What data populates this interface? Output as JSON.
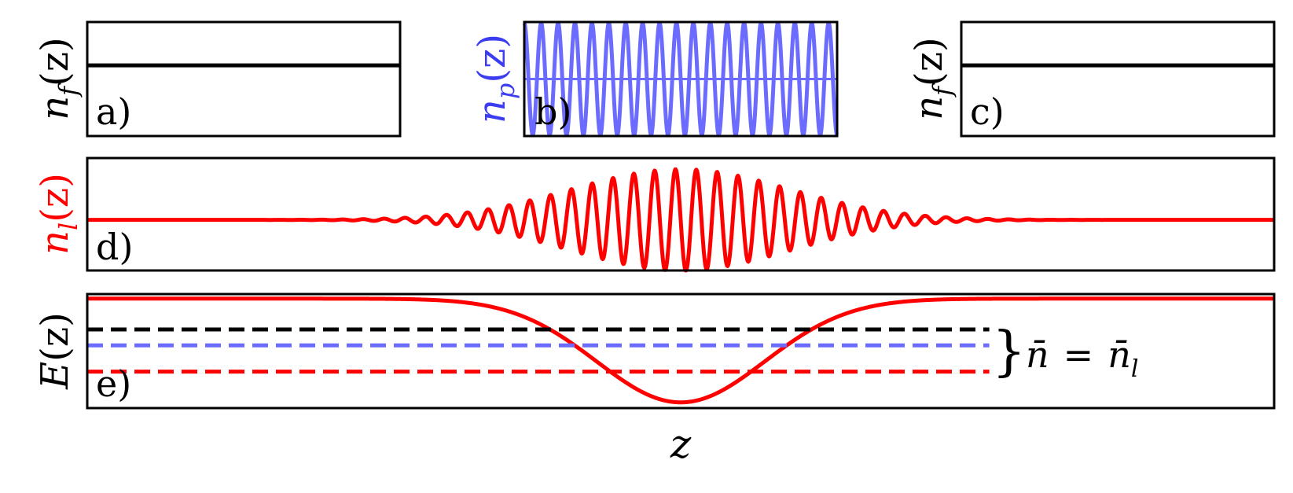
{
  "colors": {
    "black": "#000000",
    "blue": "#6b6bff",
    "red": "#ff0000"
  },
  "chart_data": [
    {
      "id": "a",
      "type": "line",
      "panel_label": "a)",
      "ylabel": {
        "base": "n",
        "sub": "f",
        "arg": "(z)",
        "color": "#000000"
      },
      "series": [
        {
          "kind": "constant",
          "y": 0.62,
          "color": "#000000"
        }
      ],
      "ylim": [
        0,
        1
      ]
    },
    {
      "id": "b",
      "type": "line",
      "panel_label": "b)",
      "ylabel": {
        "base": "n",
        "sub": "p",
        "arg": "(z)",
        "color": "#3c3cf0"
      },
      "series": [
        {
          "kind": "periodic",
          "mean": 0.5,
          "amplitude": 0.49,
          "cycles": 18.5,
          "color": "#6b6bff"
        },
        {
          "kind": "constant",
          "y": 0.5,
          "color": "#6b6bff"
        }
      ],
      "ylim": [
        0,
        1
      ]
    },
    {
      "id": "c",
      "type": "line",
      "panel_label": "c)",
      "ylabel": {
        "base": "n",
        "sub": "f",
        "arg": "(z)",
        "color": "#000000"
      },
      "series": [
        {
          "kind": "constant",
          "y": 0.62,
          "color": "#000000"
        }
      ],
      "ylim": [
        0,
        1
      ]
    },
    {
      "id": "d",
      "type": "line",
      "panel_label": "d)",
      "ylabel": {
        "base": "n",
        "sub": "l",
        "arg": "(z)",
        "color": "#ff0000"
      },
      "series": [
        {
          "kind": "gaussian_modulated",
          "mean": 0.45,
          "amplitude": 0.45,
          "center": 0.5,
          "width": 0.13,
          "cycles": 57,
          "color": "#ff0000"
        }
      ],
      "ylim": [
        0,
        1
      ]
    },
    {
      "id": "e",
      "type": "line",
      "panel_label": "e)",
      "ylabel": {
        "base": "E",
        "sub": "",
        "arg": "(z)",
        "color": "#000000"
      },
      "xlabel": "z",
      "series": [
        {
          "kind": "gaussian_well",
          "base": 0.96,
          "depth": 0.91,
          "center": 0.5,
          "width": 0.1,
          "color": "#ff0000"
        },
        {
          "kind": "dashed_level",
          "y": 0.69,
          "x_end": 0.76,
          "color": "#000000"
        },
        {
          "kind": "dashed_level",
          "y": 0.55,
          "x_end": 0.76,
          "color": "#6b6bff"
        },
        {
          "kind": "dashed_level",
          "y": 0.32,
          "x_end": 0.76,
          "color": "#ff0000"
        }
      ],
      "annotation": {
        "brace": "}",
        "text_lhs": "n̄",
        "equals": "=",
        "text_rhs": "n̄",
        "rhs_sub": "l"
      },
      "ylim": [
        0,
        1
      ]
    }
  ]
}
